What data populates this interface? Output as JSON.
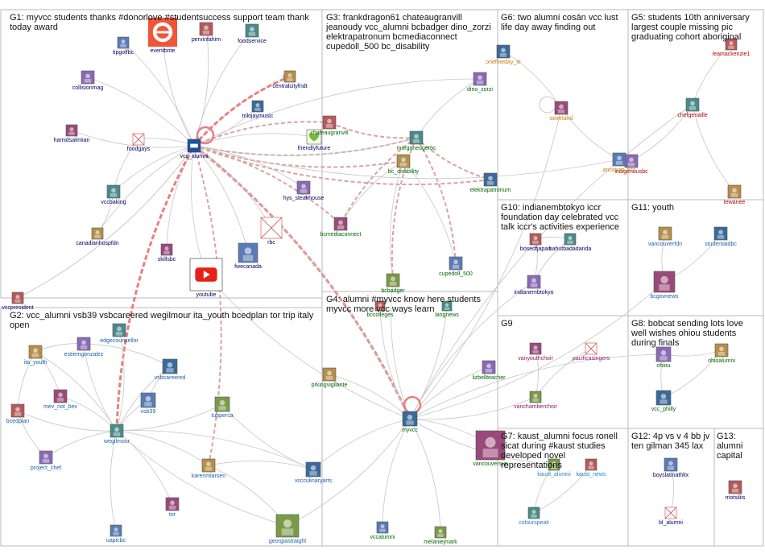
{
  "colors": {
    "frame": "#b8b8b8",
    "edge": "#c6c6c6",
    "strong_edge": "#e88080",
    "mid_edge": "#d9a3a3",
    "label_g1": "#000066",
    "label_g2": "#1a5fa8",
    "label_g3": "#006600",
    "label_g5": "#b30000",
    "label_g6": "#cc7a00",
    "label_g7": "#2a7cc7",
    "label_g9": "#8b1a6b",
    "label_g11": "#1a5fa8",
    "label_g12": "#000066"
  },
  "groups": [
    {
      "id": "G1",
      "title": "G1: myvcc students thanks #donorlove #studentsuccess support team thank today award"
    },
    {
      "id": "G2",
      "title": "G2: vcc_alumni vsb39 vsbcareered wegilmour ita_youth bcedplan tor trip italy open"
    },
    {
      "id": "G3",
      "title": "G3: frankdragon61 chateaugranvill jeanoudy vcc_alumni bcbadger dino_zorzi elektrapatronum bcmediaconnect cupedoll_500 bc_disability"
    },
    {
      "id": "G4",
      "title": "G4: alumni #myvcc know here students myvcc more vcc ways learn"
    },
    {
      "id": "G5",
      "title": "G5: students 10th anniversary largest couple missing pic graduating cohort aboriginal"
    },
    {
      "id": "G6",
      "title": "G6: two alumni cosán vcc lust life day away finding out"
    },
    {
      "id": "G7",
      "title": "G7: kaust_alumni focus ronell sicat during #kaust studies developed novel representations"
    },
    {
      "id": "G8",
      "title": "G8: bobcat sending lots love well wishes ohiou students during finals"
    },
    {
      "id": "G9",
      "title": "G9"
    },
    {
      "id": "G10",
      "title": "G10: indianembtokyo iccr foundation day celebrated vcc talk iccr's activities experience"
    },
    {
      "id": "G11",
      "title": "G11: youth"
    },
    {
      "id": "G12",
      "title": "G12: 4p vs v 4 bb jv ten gilman 345 lax"
    },
    {
      "id": "G13",
      "title": "G13: alumni capital"
    }
  ],
  "nodes": [
    {
      "id": "tipgolfbc",
      "label": "tipgolfbc",
      "group": "G1",
      "icon": "photo"
    },
    {
      "id": "eventbrite",
      "label": "eventbrite",
      "group": "G1",
      "icon": "eventbrite-logo"
    },
    {
      "id": "pervinfahim",
      "label": "pervinfahim",
      "group": "G1",
      "icon": "photo"
    },
    {
      "id": "foodservice",
      "label": "foodservice",
      "group": "G1",
      "icon": "photo"
    },
    {
      "id": "collisionmag",
      "label": "collisionmag",
      "group": "G1",
      "icon": "photo"
    },
    {
      "id": "centralcityfndt",
      "label": "centralcityfndt",
      "group": "G1",
      "icon": "photo"
    },
    {
      "id": "trilojaymusic",
      "label": "trilojaymusic",
      "group": "G1",
      "icon": "photo"
    },
    {
      "id": "hamidsalimian",
      "label": "hamidsalimian",
      "group": "G1",
      "icon": "photo"
    },
    {
      "id": "foodgays",
      "label": "foodgays",
      "group": "G1",
      "icon": "missing-image"
    },
    {
      "id": "vcc_alumni_g1",
      "label": "vcc_alumni",
      "group": "G1",
      "icon": "vcc-logo"
    },
    {
      "id": "friendlyfuture",
      "label": "friendlyfuture",
      "group": "G1",
      "icon": "heart"
    },
    {
      "id": "vccbaking",
      "label": "vccbaking",
      "group": "G1",
      "icon": "photo"
    },
    {
      "id": "hys_steakhouse",
      "label": "hys_steakhouse",
      "group": "G1",
      "icon": "photo"
    },
    {
      "id": "canadianhospfdn",
      "label": "canadianhospfdn",
      "group": "G1",
      "icon": "photo"
    },
    {
      "id": "rbc",
      "label": "rbc",
      "group": "G1",
      "icon": "missing-image"
    },
    {
      "id": "skillsbc",
      "label": "skillsbc",
      "group": "G1",
      "icon": "photo"
    },
    {
      "id": "fwecanada",
      "label": "fwecanada",
      "group": "G1",
      "icon": "photo"
    },
    {
      "id": "youtube",
      "label": "youtube",
      "group": "G1",
      "icon": "youtube-logo"
    },
    {
      "id": "vccpresident",
      "label": "vccpresident",
      "group": "G1",
      "icon": "photo"
    },
    {
      "id": "edgecounsellor",
      "label": "edgecounsellor",
      "group": "G2",
      "icon": "photo"
    },
    {
      "id": "estiemgonzalez",
      "label": "estiemgonzalez",
      "group": "G2",
      "icon": "photo"
    },
    {
      "id": "ita_youth",
      "label": "ita_youth",
      "group": "G2",
      "icon": "photo"
    },
    {
      "id": "vsbcareered",
      "label": "vsbcareered",
      "group": "G2",
      "icon": "photo"
    },
    {
      "id": "mev_not_bev",
      "label": "mev_not_bev",
      "group": "G2",
      "icon": "photo"
    },
    {
      "id": "vsb39",
      "label": "vsb39",
      "group": "G2",
      "icon": "photo"
    },
    {
      "id": "tupperca",
      "label": "tupperca",
      "group": "G2",
      "icon": "photo"
    },
    {
      "id": "bcedplan",
      "label": "bcedplan",
      "group": "G2",
      "icon": "photo"
    },
    {
      "id": "wegilmour",
      "label": "wegilmour",
      "group": "G2",
      "icon": "photo"
    },
    {
      "id": "project_chef",
      "label": "project_chef",
      "group": "G2",
      "icon": "photo"
    },
    {
      "id": "karenmlarsen",
      "label": "karenmlarsen",
      "group": "G2",
      "icon": "photo"
    },
    {
      "id": "vccculinaryarts",
      "label": "vccculinaryarts",
      "group": "G2",
      "icon": "photo"
    },
    {
      "id": "tor",
      "label": "tor",
      "group": "G2",
      "icon": "photo"
    },
    {
      "id": "uapicbc",
      "label": "uapicbc",
      "group": "G2",
      "icon": "photo"
    },
    {
      "id": "georgiastraight",
      "label": "georgiastraight",
      "group": "G2",
      "icon": "photo"
    },
    {
      "id": "chateaugranvill",
      "label": "chateaugranvill",
      "group": "G3",
      "icon": "photo"
    },
    {
      "id": "morganeogerbc",
      "label": "morganeogerbc",
      "group": "G3",
      "icon": "photo"
    },
    {
      "id": "dino_zorzi",
      "label": "dino_zorzi",
      "group": "G3",
      "icon": "photo"
    },
    {
      "id": "bc_disability",
      "label": "bc_disability",
      "group": "G3",
      "icon": "photo"
    },
    {
      "id": "elektrapatronum",
      "label": "elektrapatronum",
      "group": "G3",
      "icon": "photo"
    },
    {
      "id": "bcmediaconnect",
      "label": "bcmediaconnect",
      "group": "G3",
      "icon": "photo"
    },
    {
      "id": "cupedoll_500",
      "label": "cupedoll_500",
      "group": "G3",
      "icon": "photo"
    },
    {
      "id": "bcbadger",
      "label": "bcbadger",
      "group": "G3",
      "icon": "photo"
    },
    {
      "id": "bccolleges",
      "label": "bccolleges",
      "group": "G4",
      "icon": "photo"
    },
    {
      "id": "langnews",
      "label": "langnews",
      "group": "G4",
      "icon": "photo"
    },
    {
      "id": "lizbellteacher",
      "label": "lizbellteacher",
      "group": "G4",
      "icon": "photo"
    },
    {
      "id": "prkingvigilante",
      "label": "prkingvigilante",
      "group": "G4",
      "icon": "photo"
    },
    {
      "id": "myvcc",
      "label": "myvcc",
      "group": "G4",
      "icon": "photo"
    },
    {
      "id": "vancouversun",
      "label": "vancouversun",
      "group": "G4",
      "icon": "photo"
    },
    {
      "id": "vccalumni",
      "label": "vccalumni",
      "group": "G4",
      "icon": "photo"
    },
    {
      "id": "melaniejmark",
      "label": "melaniejmark",
      "group": "G4",
      "icon": "photo"
    },
    {
      "id": "leamackenzie1",
      "label": "leamackenzie1",
      "group": "G5",
      "icon": "photo"
    },
    {
      "id": "chefgenaille",
      "label": "chefgenaille",
      "group": "G5",
      "icon": "photo"
    },
    {
      "id": "indigenousbc",
      "label": "indigenousbc",
      "group": "G5",
      "icon": "photo"
    },
    {
      "id": "tewanee",
      "label": "tewanee",
      "group": "G5",
      "icon": "photo"
    },
    {
      "id": "onefineday_ie",
      "label": "onefineday_ie",
      "group": "G6",
      "icon": "photo"
    },
    {
      "id": "seireland",
      "label": "seireland",
      "group": "G6",
      "icon": "photo"
    },
    {
      "id": "ancosan_vcc",
      "label": "ancosan_vcc",
      "group": "G6",
      "icon": "photo"
    },
    {
      "id": "kaust_alumni",
      "label": "kaust_alumni",
      "group": "G7",
      "icon": "photo"
    },
    {
      "id": "kaust_news",
      "label": "kaust_news",
      "group": "G7",
      "icon": "photo"
    },
    {
      "id": "colourspeak",
      "label": "colourspeak",
      "group": "G7",
      "icon": "photo"
    },
    {
      "id": "ohiou",
      "label": "ohiou",
      "group": "G8",
      "icon": "photo"
    },
    {
      "id": "ohioalumni",
      "label": "ohioalumni",
      "group": "G8",
      "icon": "photo"
    },
    {
      "id": "vcc_philly",
      "label": "vcc_philly",
      "group": "G8",
      "icon": "photo"
    },
    {
      "id": "vanyouthchoir",
      "label": "vanyouthchoir",
      "group": "G9",
      "icon": "photo"
    },
    {
      "id": "pacificasingers",
      "label": "pacificasingers",
      "group": "G9",
      "icon": "missing-image"
    },
    {
      "id": "vanchamberchoir",
      "label": "vanchamberchoir",
      "group": "G9",
      "icon": "photo"
    },
    {
      "id": "bosedfjapan",
      "label": "bosedfjapan",
      "group": "G10",
      "icon": "photo"
    },
    {
      "id": "bahutbadadanda",
      "label": "bahutbadadanda",
      "group": "G10",
      "icon": "photo"
    },
    {
      "id": "indianembtokyo",
      "label": "indianembtokyo",
      "group": "G10",
      "icon": "photo"
    },
    {
      "id": "vancouverfdn",
      "label": "vancouverfdn",
      "group": "G11",
      "icon": "photo"
    },
    {
      "id": "studentaidbc",
      "label": "studentaidbc",
      "group": "G11",
      "icon": "photo"
    },
    {
      "id": "bcgovnews",
      "label": "bcgovnews",
      "group": "G11",
      "icon": "photo"
    },
    {
      "id": "boyslatinathltx",
      "label": "boyslatinathltx",
      "group": "G12",
      "icon": "photo"
    },
    {
      "id": "bl_alumni",
      "label": "bl_alumni",
      "group": "G12",
      "icon": "missing-image"
    },
    {
      "id": "motsiliis",
      "label": "motsiliis",
      "group": "G13",
      "icon": "photo"
    }
  ]
}
